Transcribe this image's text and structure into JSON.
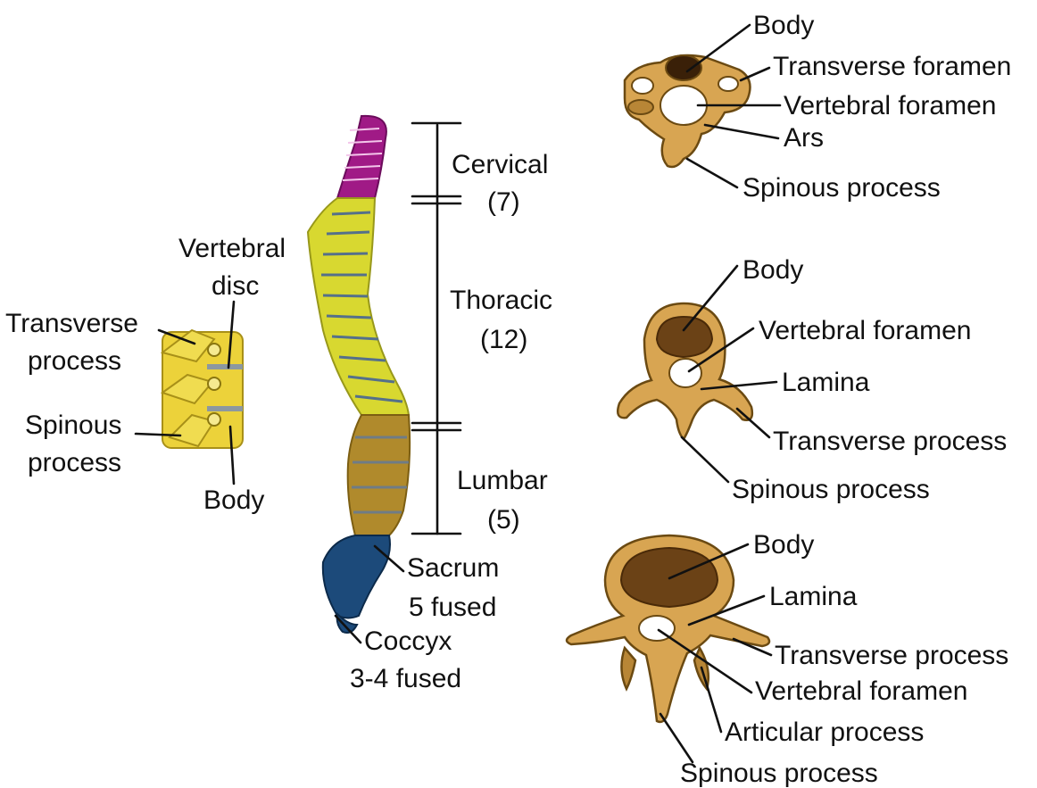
{
  "colors": {
    "cervical": "#a01a86",
    "thoracic": "#d8d830",
    "lumbar": "#b08a2c",
    "sacrum": "#1c4a7a",
    "bone": "#d8a552",
    "body_core": "#6b4216",
    "side_view": "#ecd23a"
  },
  "side_view": {
    "vertebral_disc": [
      "Vertebral",
      "disc"
    ],
    "transverse_process": [
      "Transverse",
      "process"
    ],
    "spinous_process": [
      "Spinous",
      "process"
    ],
    "body": "Body"
  },
  "regions": {
    "cervical": {
      "name": "Cervical",
      "count": "(7)"
    },
    "thoracic": {
      "name": "Thoracic",
      "count": "(12)"
    },
    "lumbar": {
      "name": "Lumbar",
      "count": "(5)"
    },
    "sacrum": {
      "name": "Sacrum",
      "detail": "5 fused"
    },
    "coccyx": {
      "name": "Coccyx",
      "detail": "3-4 fused"
    }
  },
  "cervical_vertebra": {
    "body": "Body",
    "transverse_foramen": "Transverse foramen",
    "vertebral_foramen": "Vertebral foramen",
    "ars": "Ars",
    "spinous_process": "Spinous process"
  },
  "thoracic_vertebra": {
    "body": "Body",
    "vertebral_foramen": "Vertebral foramen",
    "lamina": "Lamina",
    "transverse_process": "Transverse process",
    "spinous_process": "Spinous process"
  },
  "lumbar_vertebra": {
    "body": "Body",
    "lamina": "Lamina",
    "transverse_process": "Transverse process",
    "vertebral_foramen": "Vertebral foramen",
    "articular_process": "Articular process",
    "spinous_process": "Spinous process"
  }
}
